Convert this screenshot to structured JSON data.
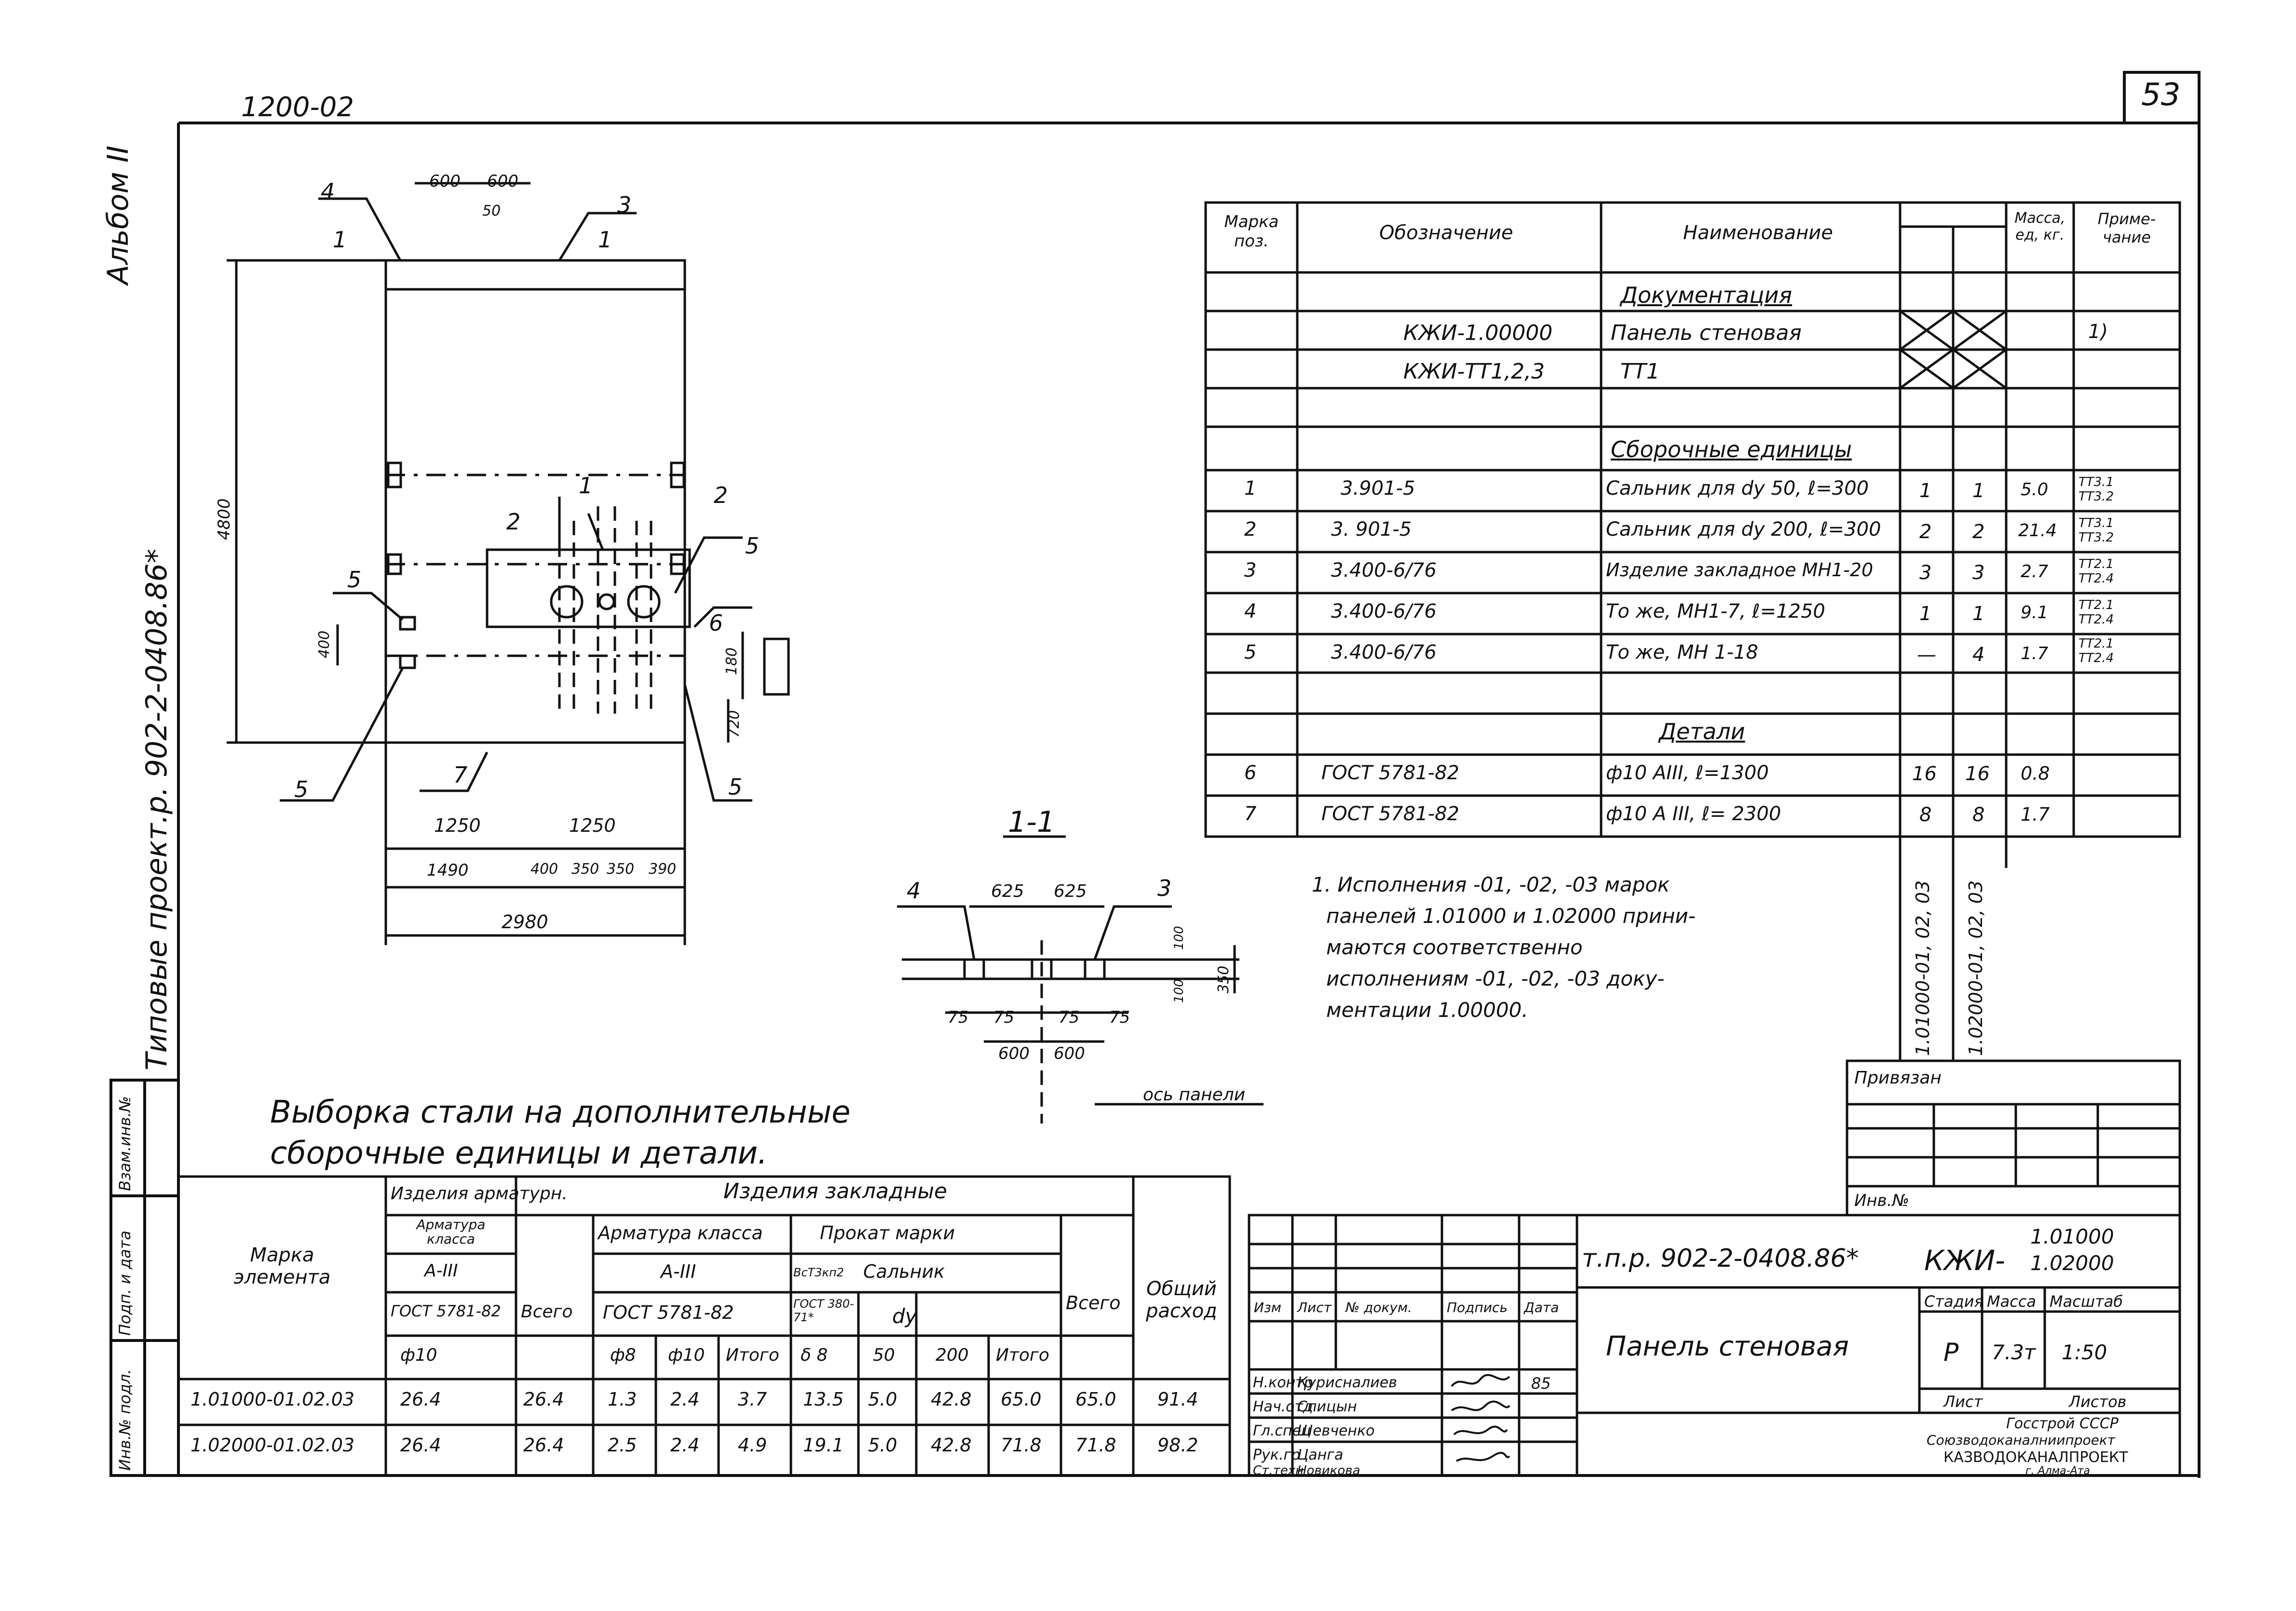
{
  "sheet": {
    "code_top": "1200-02",
    "page_number": "53",
    "album": "Альбом II",
    "series": "Типовые проект.р. 902-2-0408.86*"
  },
  "elevation": {
    "marks": [
      "4",
      "3",
      "1",
      "1",
      "2",
      "1",
      "2",
      "5",
      "5",
      "6",
      "5",
      "7",
      "5"
    ],
    "dims": {
      "top_600a": "600",
      "top_600b": "600",
      "top_50": "50",
      "height_4800": "4800",
      "d400": "400",
      "d180": "180",
      "d720": "720",
      "d1250a": "1250",
      "d1250b": "1250",
      "d1490": "1490",
      "d400b": "400",
      "d350a": "350",
      "d350b": "350",
      "d390": "390",
      "d2980": "2980"
    }
  },
  "section": {
    "title": "1-1",
    "mark4": "4",
    "mark3": "3",
    "d625a": "625",
    "d625b": "625",
    "d75a": "75",
    "d75b": "75",
    "d75c": "75",
    "d75d": "75",
    "d600a": "600",
    "d600b": "600",
    "d100a": "100",
    "d100b": "100",
    "d350": "350",
    "axis_label": "ось панели"
  },
  "spec": {
    "headers": {
      "mark": "Марка поз.",
      "designation": "Обозначение",
      "name": "Наименование",
      "mass": "Масса, ед, кг.",
      "note": "Приме- чание"
    },
    "sections": {
      "docs": "Документация",
      "assy": "Сборочные единицы",
      "details": "Детали"
    },
    "doc_rows": [
      {
        "designation": "КЖИ-1.00000",
        "name": "Панель стеновая",
        "note": "1)"
      },
      {
        "designation": "КЖИ-ТТ1,2,3",
        "name": "ТТ1",
        "note": ""
      }
    ],
    "assy_rows": [
      {
        "pos": "1",
        "designation": "3.901-5",
        "name": "Сальник для dу 50, ℓ=300",
        "q1": "1",
        "q2": "1",
        "mass": "5.0",
        "note": "ТТ3.1 ТТ3.2"
      },
      {
        "pos": "2",
        "designation": "3. 901-5",
        "name": "Сальник для dу 200, ℓ=300",
        "q1": "2",
        "q2": "2",
        "mass": "21.4",
        "note": "ТТ3.1 ТТ3.2"
      },
      {
        "pos": "3",
        "designation": "3.400-6/76",
        "name": "Изделие закладное МН1-20",
        "q1": "3",
        "q2": "3",
        "mass": "2.7",
        "note": "ТТ2.1 ТТ2.4"
      },
      {
        "pos": "4",
        "designation": "3.400-6/76",
        "name": "То же, МН1-7, ℓ=1250",
        "q1": "1",
        "q2": "1",
        "mass": "9.1",
        "note": "ТТ2.1 ТТ2.4"
      },
      {
        "pos": "5",
        "designation": "3.400-6/76",
        "name": "То же, МН 1-18",
        "q1": "—",
        "q2": "4",
        "mass": "1.7",
        "note": "ТТ2.1 ТТ2.4"
      }
    ],
    "detail_rows": [
      {
        "pos": "6",
        "designation": "ГОСТ 5781-82",
        "name": "ф10 АIII, ℓ=1300",
        "q1": "16",
        "q2": "16",
        "mass": "0.8",
        "note": ""
      },
      {
        "pos": "7",
        "designation": "ГОСТ 5781-82",
        "name": "ф10 А III, ℓ= 2300",
        "q1": "8",
        "q2": "8",
        "mass": "1.7",
        "note": ""
      }
    ],
    "variant_cols": [
      "1.01000-01, 02, 03",
      "1.02000-01, 02, 03"
    ]
  },
  "note": [
    "1. Исполнения -01, -02, -03 марок",
    "панелей 1.01000 и 1.02000 прини-",
    "маются соответственно",
    "исполнениям -01, -02, -03 доку-",
    "ментации 1.00000."
  ],
  "steel": {
    "title1": "Выборка стали на дополнительные",
    "title2": "сборочные единицы и детали.",
    "h_mark": "Марка элемента",
    "h_arm": "Изделия арматурн.",
    "h_arm_class": "Арматура класса",
    "h_a3": "А-III",
    "h_gost_a": "ГОСТ 5781-82",
    "h_phi10": "ф10",
    "h_total": "Всего",
    "h_emb": "Изделия закладные",
    "h_emb_arm": "Арматура класса",
    "h_emb_a3": "А-III",
    "h_emb_gost": "ГОСТ 5781-82",
    "h_phi8": "ф8",
    "h_phi10b": "ф10",
    "h_itogo": "Итого",
    "h_prokat": "Прокат марки",
    "h_vst": "ВсТ3кп2",
    "h_gost380": "ГОСТ 380-71*",
    "h_d8": "δ 8",
    "h_salnik": "Сальник",
    "h_dy": "dу",
    "h_50": "50",
    "h_200": "200",
    "h_itogo2": "Итого",
    "h_total2": "Всего",
    "h_general": "Общий расход",
    "rows": [
      {
        "mark": "1.01000-01.02.03",
        "a10": "26.4",
        "at": "26.4",
        "e8": "1.3",
        "e10": "2.4",
        "ei": "3.7",
        "d8": "13.5",
        "s50": "5.0",
        "s200": "42.8",
        "si": "65.0",
        "tot": "65.0",
        "gen": "91.4"
      },
      {
        "mark": "1.02000-01.02.03",
        "a10": "26.4",
        "at": "26.4",
        "e8": "2.5",
        "e10": "2.4",
        "ei": "4.9",
        "d8": "19.1",
        "s50": "5.0",
        "s200": "42.8",
        "si": "71.8",
        "tot": "71.8",
        "gen": "98.2"
      }
    ]
  },
  "titleblock": {
    "privyazan": "Привязан",
    "inv": "Инв.№",
    "doc_code": "т.п.р. 902-2-0408.86*",
    "kzhi": "КЖИ-",
    "codes1": "1.01000",
    "codes2": "1.02000",
    "h_izm": "Изм",
    "h_list": "Лист",
    "h_ndoc": "№ докум.",
    "h_podp": "Подпись",
    "h_data": "Дата",
    "roles": [
      {
        "role": "Н.контр",
        "name": "Курисналиев"
      },
      {
        "role": "Нач.отд",
        "name": "Спицын"
      },
      {
        "role": "Гл.спец",
        "name": "Шевченко"
      },
      {
        "role": "Рук.гр",
        "name": "Цанга"
      },
      {
        "role": "Ст.техн",
        "name": "Новикова"
      }
    ],
    "date_val": "85",
    "product": "Панель стеновая",
    "h_stage": "Стадия",
    "h_mass": "Масса",
    "h_scale": "Масштаб",
    "stage": "Р",
    "mass": "7.3т",
    "scale": "1:50",
    "h_sheet": "Лист",
    "h_sheets": "Листов",
    "org1": "Госстрой СССР",
    "org2": "Союзводоканалниипроект",
    "org3": "КАЗВОДОКАНАЛПРОЕКТ",
    "org4": "г. Алма-Ата"
  },
  "side_stamp": {
    "s1": "Взам.инв.№",
    "s2": "Подп. и дата",
    "s3": "Инв.№ подл."
  }
}
